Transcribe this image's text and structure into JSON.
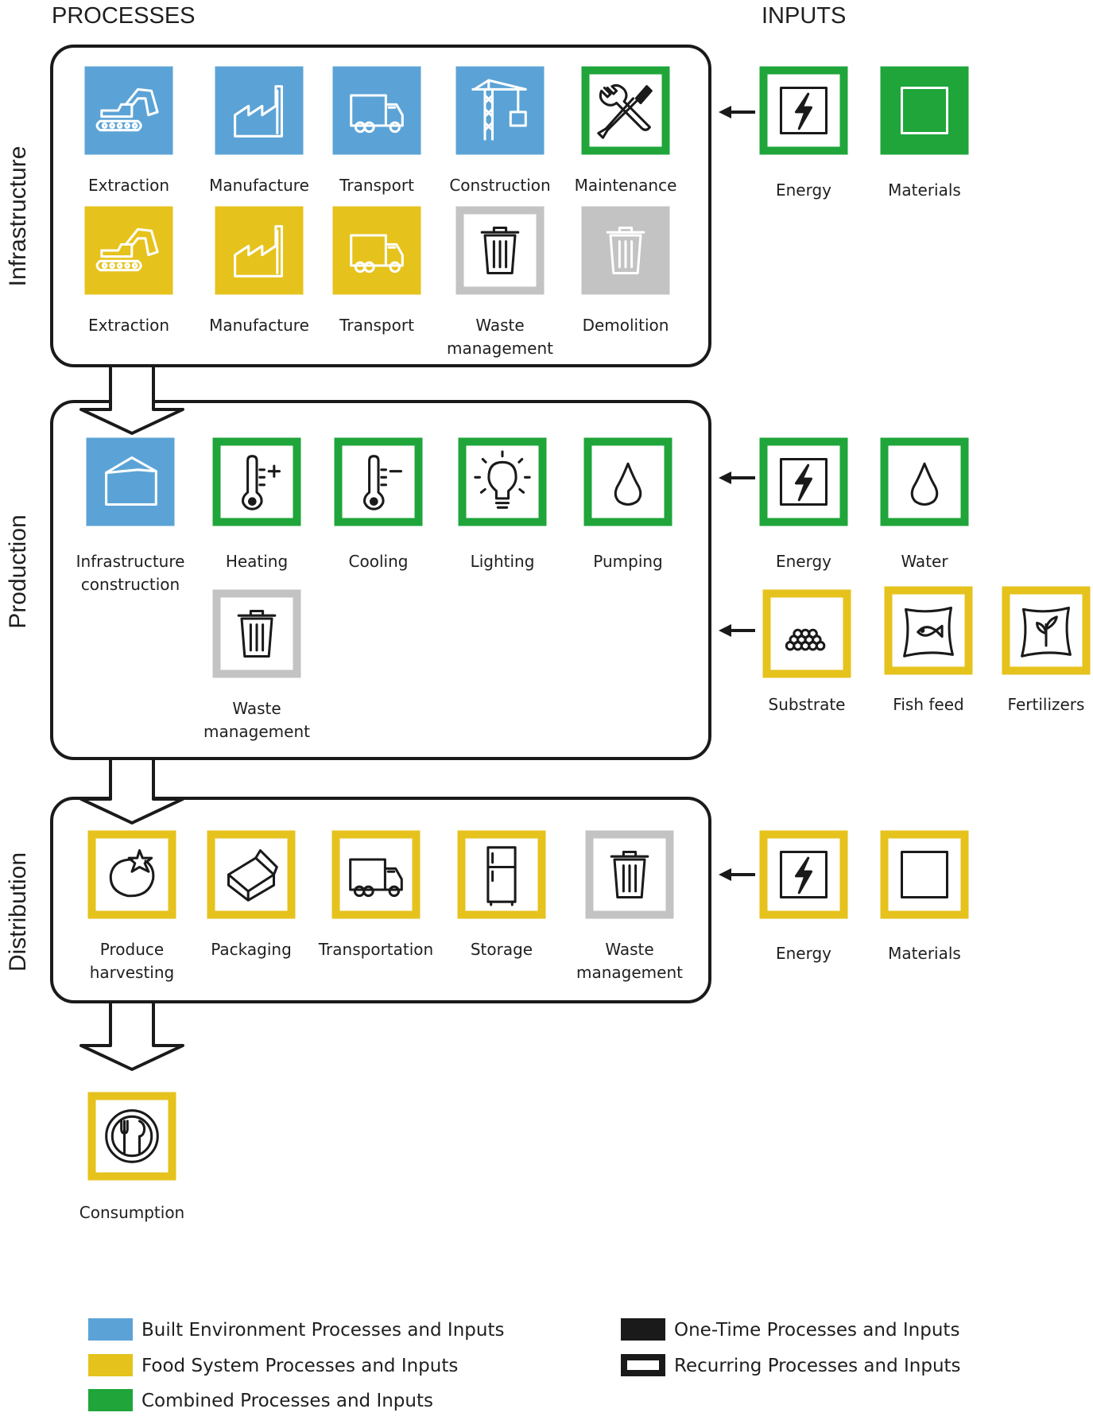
{
  "headers": {
    "processes": "PROCESSES",
    "inputs": "INPUTS"
  },
  "stages": {
    "infrastructure": "Infrastructure",
    "production": "Production",
    "distribution": "Distribution"
  },
  "colors": {
    "built_environment": "#5ba3d6",
    "food_system": "#e6c21c",
    "combined": "#1fa53a",
    "one_time_fill": "solid",
    "waste": "#c3c3c3",
    "outline": "#1a1a1a"
  },
  "infrastructure": {
    "processes": [
      {
        "id": "extraction-built",
        "lines": [
          "Extraction"
        ],
        "icon": "excavator-icon",
        "color": "built_environment",
        "style": "solid"
      },
      {
        "id": "manufacture-built",
        "lines": [
          "Manufacture"
        ],
        "icon": "factory-icon",
        "color": "built_environment",
        "style": "solid"
      },
      {
        "id": "transport-built",
        "lines": [
          "Transport"
        ],
        "icon": "truck-icon",
        "color": "built_environment",
        "style": "solid"
      },
      {
        "id": "construction",
        "lines": [
          "Construction"
        ],
        "icon": "crane-icon",
        "color": "built_environment",
        "style": "solid"
      },
      {
        "id": "maintenance",
        "lines": [
          "Maintenance"
        ],
        "icon": "wrench-screwdriver-icon",
        "color": "combined",
        "style": "outline"
      },
      {
        "id": "extraction-food",
        "lines": [
          "Extraction"
        ],
        "icon": "excavator-icon",
        "color": "food_system",
        "style": "solid"
      },
      {
        "id": "manufacture-food",
        "lines": [
          "Manufacture"
        ],
        "icon": "factory-icon",
        "color": "food_system",
        "style": "solid"
      },
      {
        "id": "transport-food",
        "lines": [
          "Transport"
        ],
        "icon": "truck-icon",
        "color": "food_system",
        "style": "solid"
      },
      {
        "id": "waste-infra",
        "lines": [
          "Waste",
          "management"
        ],
        "icon": "trash-icon",
        "color": "waste",
        "style": "outline"
      },
      {
        "id": "demolition",
        "lines": [
          "Demolition"
        ],
        "icon": "trash-icon",
        "color": "waste",
        "style": "solid"
      }
    ],
    "inputs": [
      {
        "id": "energy-infra",
        "lines": [
          "Energy"
        ],
        "icon": "lightning-icon",
        "color": "combined",
        "style": "outline"
      },
      {
        "id": "materials-infra",
        "lines": [
          "Materials"
        ],
        "icon": "square-icon",
        "color": "combined",
        "style": "solid"
      }
    ]
  },
  "production": {
    "processes": [
      {
        "id": "infra-construction",
        "lines": [
          "Infrastructure",
          "construction"
        ],
        "icon": "greenhouse-icon",
        "color": "built_environment",
        "style": "solid"
      },
      {
        "id": "heating",
        "lines": [
          "Heating"
        ],
        "icon": "thermometer-plus-icon",
        "color": "combined",
        "style": "outline"
      },
      {
        "id": "cooling",
        "lines": [
          "Cooling"
        ],
        "icon": "thermometer-minus-icon",
        "color": "combined",
        "style": "outline"
      },
      {
        "id": "lighting",
        "lines": [
          "Lighting"
        ],
        "icon": "lightbulb-icon",
        "color": "combined",
        "style": "outline"
      },
      {
        "id": "pumping",
        "lines": [
          "Pumping"
        ],
        "icon": "water-drop-icon",
        "color": "combined",
        "style": "outline"
      },
      {
        "id": "waste-prod",
        "lines": [
          "Waste",
          "management"
        ],
        "icon": "trash-icon",
        "color": "waste",
        "style": "outline"
      }
    ],
    "inputs": [
      {
        "id": "energy-prod",
        "lines": [
          "Energy"
        ],
        "icon": "lightning-icon",
        "color": "combined",
        "style": "outline"
      },
      {
        "id": "water",
        "lines": [
          "Water"
        ],
        "icon": "water-drop-icon",
        "color": "combined",
        "style": "outline"
      },
      {
        "id": "substrate",
        "lines": [
          "Substrate"
        ],
        "icon": "pebbles-icon",
        "color": "food_system",
        "style": "outline"
      },
      {
        "id": "fish-feed",
        "lines": [
          "Fish feed"
        ],
        "icon": "fish-bag-icon",
        "color": "food_system",
        "style": "outline"
      },
      {
        "id": "fertilizers",
        "lines": [
          "Fertilizers"
        ],
        "icon": "plant-bag-icon",
        "color": "food_system",
        "style": "outline"
      }
    ]
  },
  "distribution": {
    "processes": [
      {
        "id": "harvesting",
        "lines": [
          "Produce",
          "harvesting"
        ],
        "icon": "tomato-icon",
        "color": "food_system",
        "style": "outline"
      },
      {
        "id": "packaging",
        "lines": [
          "Packaging"
        ],
        "icon": "box-icon",
        "color": "food_system",
        "style": "outline"
      },
      {
        "id": "transportation",
        "lines": [
          "Transportation"
        ],
        "icon": "truck-icon",
        "color": "food_system",
        "style": "outline"
      },
      {
        "id": "storage",
        "lines": [
          "Storage"
        ],
        "icon": "fridge-icon",
        "color": "food_system",
        "style": "outline"
      },
      {
        "id": "waste-dist",
        "lines": [
          "Waste",
          "management"
        ],
        "icon": "trash-icon",
        "color": "waste",
        "style": "outline"
      }
    ],
    "inputs": [
      {
        "id": "energy-dist",
        "lines": [
          "Energy"
        ],
        "icon": "lightning-icon",
        "color": "food_system",
        "style": "outline"
      },
      {
        "id": "materials-dist",
        "lines": [
          "Materials"
        ],
        "icon": "square-icon",
        "color": "food_system",
        "style": "outline"
      }
    ]
  },
  "consumption": {
    "id": "consumption",
    "lines": [
      "Consumption"
    ],
    "icon": "plate-cutlery-icon",
    "color": "food_system",
    "style": "outline"
  },
  "legend": [
    {
      "id": "legend-built",
      "label": "Built Environment Processes and Inputs",
      "color": "built_environment",
      "style": "solid"
    },
    {
      "id": "legend-food",
      "label": "Food  System Processes and Inputs",
      "color": "food_system",
      "style": "solid"
    },
    {
      "id": "legend-combined",
      "label": "Combined Processes and Inputs",
      "color": "combined",
      "style": "solid"
    },
    {
      "id": "legend-one-time",
      "label": "One-Time Processes and Inputs",
      "color": "outline",
      "style": "solid"
    },
    {
      "id": "legend-recurring",
      "label": "Recurring Processes and Inputs",
      "color": "outline",
      "style": "outline"
    }
  ]
}
